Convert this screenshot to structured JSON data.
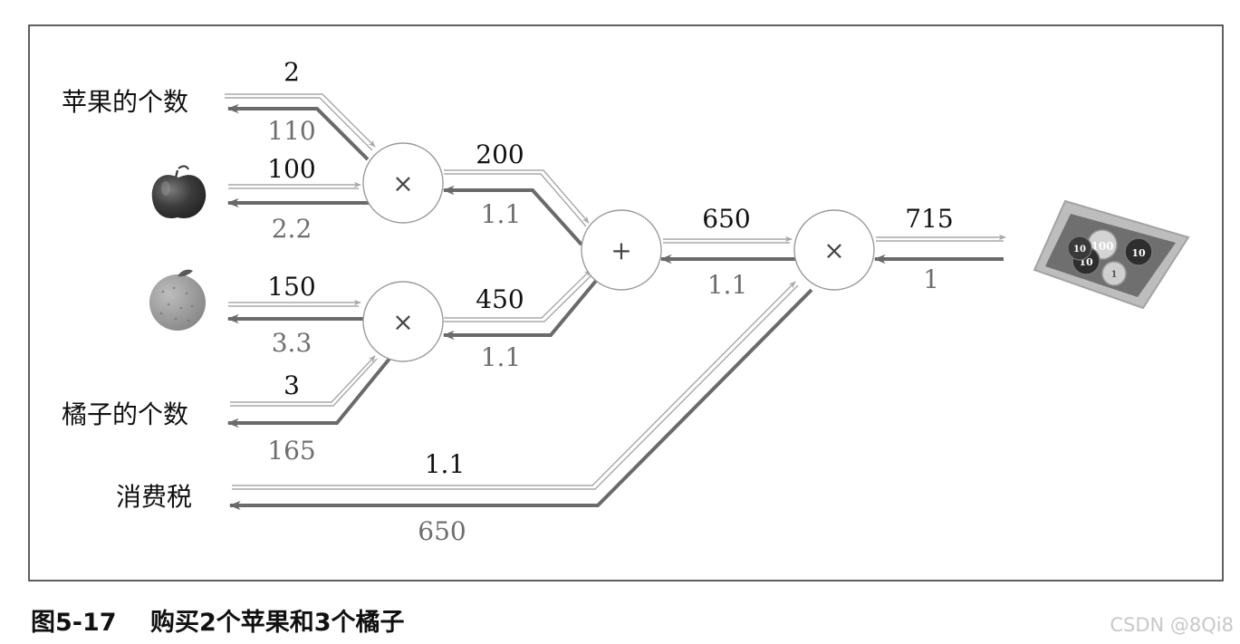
{
  "labels": {
    "apple_count": "苹果的个数",
    "orange_count": "橘子的个数",
    "tax": "消费税"
  },
  "ops": {
    "mul": "×",
    "add": "+"
  },
  "forward": {
    "apple_count": "2",
    "apple_price": "100",
    "orange_price": "150",
    "orange_count": "3",
    "apple_total": "200",
    "orange_total": "450",
    "sum": "650",
    "tax": "1.1",
    "result": "715"
  },
  "backward": {
    "apple_count": "110",
    "apple_price": "2.2",
    "orange_price": "3.3",
    "orange_count": "165",
    "apple_total": "1.1",
    "orange_total": "1.1",
    "sum": "1.1",
    "tax": "650",
    "result": "1"
  },
  "coins": [
    "100",
    "10",
    "10",
    "10",
    "1"
  ],
  "caption": {
    "figure": "图5-17",
    "text": "购买2个苹果和3个橘子"
  },
  "watermark": "CSDN @8Qi8",
  "colors": {
    "forward_arrow": "#a8a8a8",
    "backward_arrow": "#6a6a6a",
    "node_stroke": "#9a9a9a",
    "apple": "#3d3d3d",
    "orange": "#9b9b9b"
  }
}
